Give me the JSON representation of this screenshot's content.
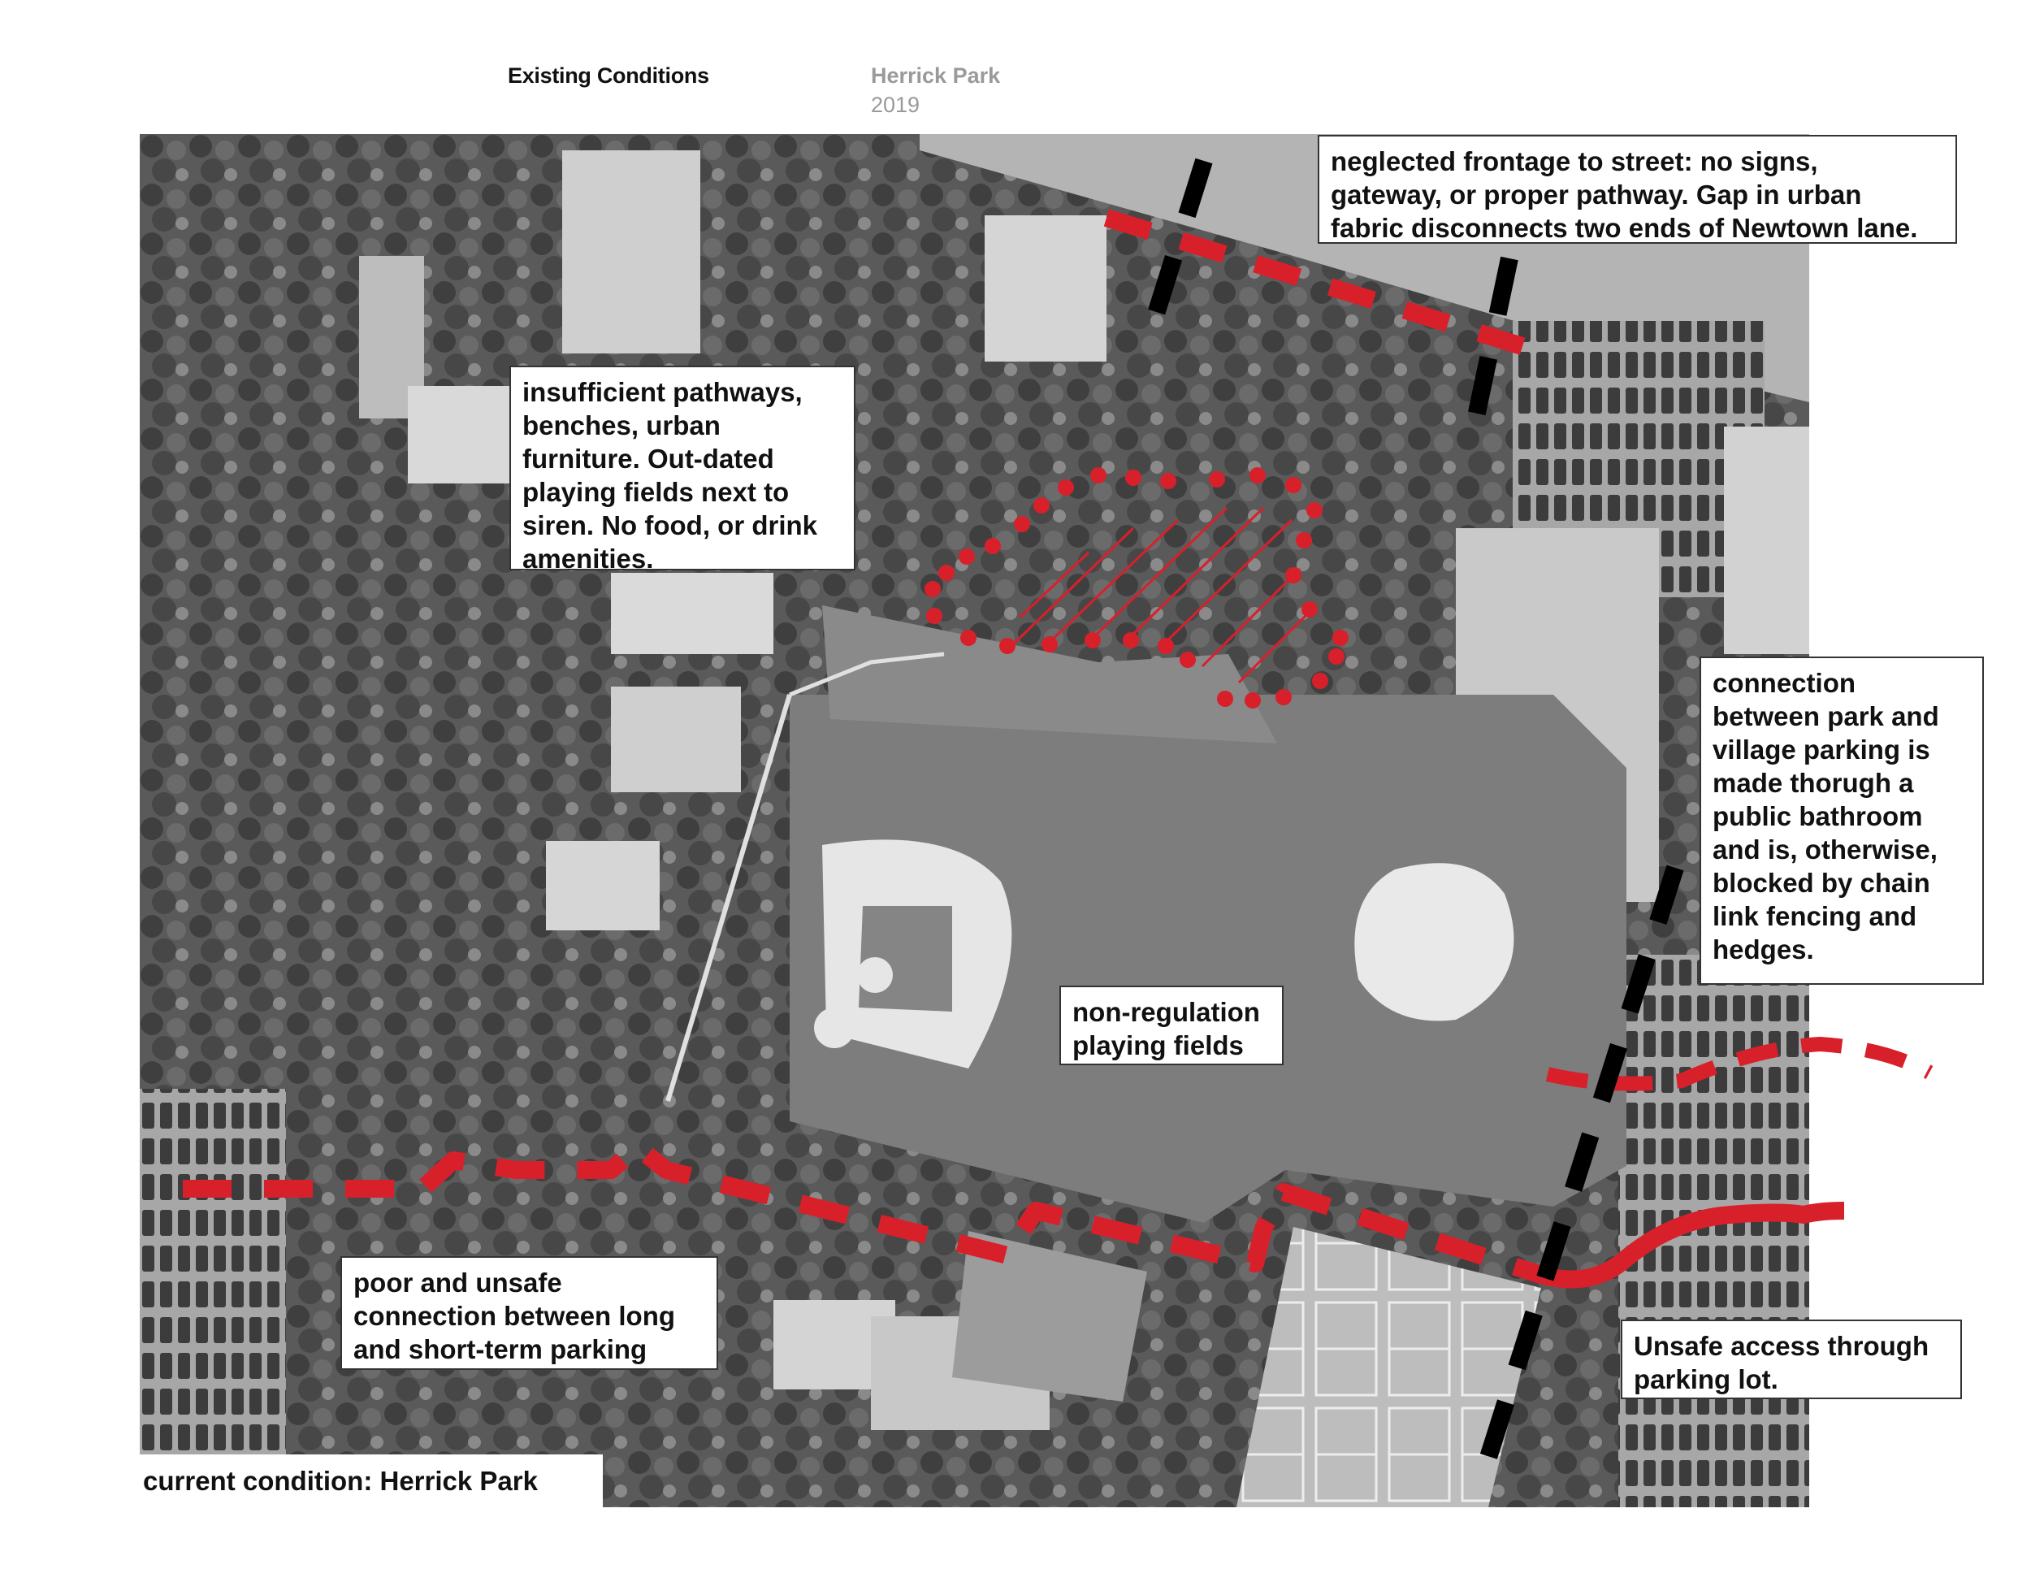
{
  "header": {
    "section_title": "Existing Conditions",
    "project_name": "Herrick Park",
    "year": "2019"
  },
  "annotations": {
    "frontage": "neglected frontage to street: no signs,\ngateway, or proper pathway. Gap in urban\nfabric disconnects two ends of Newtown lane.",
    "pathways": "insufficient pathways,\nbenches, urban\nfurniture. Out-dated\nplaying fields next to\nsiren. No food, or drink\namenities.",
    "connection": "connection\nbetween park and\nvillage parking is\nmade thorugh a\npublic bathroom\nand is, otherwise,\nblocked by chain\nlink fencing and\nhedges.",
    "fields": "non-regulation\nplaying fields",
    "parking": "poor and unsafe\nconnection between long\nand short-term parking",
    "access": "Unsafe access through\nparking lot.",
    "caption": "current condition: Herrick Park"
  },
  "colors": {
    "accent_red": "#d8202b",
    "barrier_black": "#000000",
    "field_grass": "#7d7d7d",
    "infield_dirt": "#e6e6e6"
  }
}
